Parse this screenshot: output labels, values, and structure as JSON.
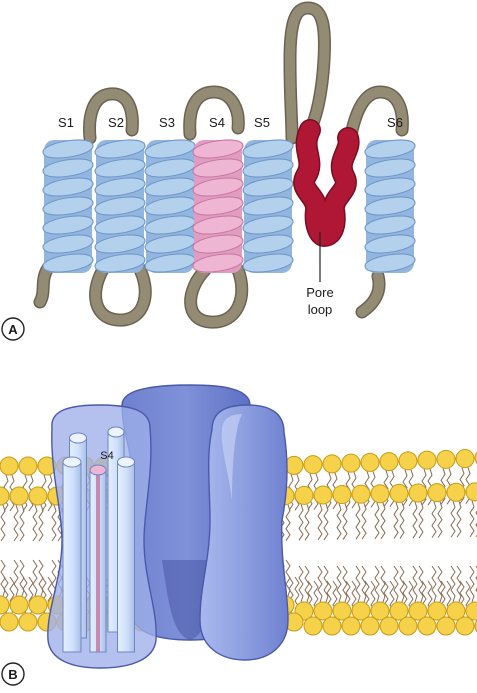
{
  "panel_a": {
    "letter": "A",
    "segments": [
      "S1",
      "S2",
      "S3",
      "S4",
      "S5",
      "S6"
    ],
    "pore_label_line1": "Pore",
    "pore_label_line2": "loop"
  },
  "panel_b": {
    "letter": "B",
    "segment_label": "S4"
  },
  "colors": {
    "helix_blue": "#b3d0ec",
    "helix_blue_dark": "#6f98c9",
    "helix_pink": "#efb6d3",
    "helix_pink_dark": "#c77aa2",
    "loop_gray": "#948b74",
    "loop_gray_dark": "#6b6352",
    "pore_red": "#b01735",
    "pore_red_dark": "#7a0d22",
    "lipid_head": "#f6d24a",
    "lipid_head_dark": "#c99a16",
    "channel_blue": "#8d9fe0",
    "channel_blue_dark": "#5262b8"
  },
  "icons": [
    "panel-letter-circle"
  ]
}
